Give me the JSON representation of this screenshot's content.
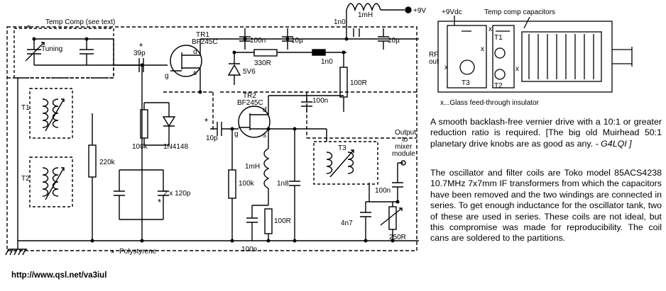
{
  "schematic": {
    "temp_comp_label": "Temp Comp (see text)",
    "tuning_label": "Tuning",
    "tr1_label": "TR1",
    "tr1_part": "BF245C",
    "tr2_label": "TR2",
    "tr2_part": "BF245C",
    "supply_label": "+9V",
    "inductor_1mH_top": "1mH",
    "inductor_1mH_mid": "1mH",
    "c_39p": "39p",
    "c_100n_a": "100n",
    "c_10u_a": "10µ",
    "c_1n0_top": "1n0",
    "c_10u_b": "10µ",
    "r_330r": "330R",
    "c_1n0_feed": "1n0",
    "zener_5v6": "5V6",
    "r_100r_top": "100R",
    "c_100n_b": "100n",
    "r_220k": "220k",
    "r_100k_a": "100k",
    "diode_1n4148": "1N4148",
    "c_2x120p": "2 x 120p",
    "c_10p": "10p",
    "r_100k_b": "100k",
    "c_1n8": "1n8",
    "r_100r_bot": "100R",
    "c_100n_bot": "100n",
    "c_100n_out": "100n",
    "c_4n7": "4n7",
    "r_250r": "250R",
    "output_label": [
      "Output",
      "to",
      "mixer",
      "module"
    ],
    "t1_label": "T1",
    "t2_label": "T2",
    "t3_label": "T3",
    "polystyrene_note": "Polystyrene",
    "g_label": "g",
    "d_label": "d",
    "s_label": "s"
  },
  "layout_photo": {
    "vdc_label": "+9Vdc",
    "temp_comp_caps_label": "Temp comp capacitors",
    "rf_out_label": [
      "RF",
      "out"
    ],
    "t1": "T1",
    "t2": "T2",
    "t3": "T3",
    "x_mark": "x",
    "caption": "x...Glass feed-through insulator"
  },
  "text": {
    "paragraph1": "A smooth backlash-free vernier drive with a 10:1 or greater reduction ratio is required. [The big old Muirhead 50:1 planetary drive knobs are as good as any.",
    "paragraph1_sig": "- G4LQI ]",
    "paragraph2": "The oscillator and filter coils are Toko model 85ACS4238 10.7MHz 7x7mm IF transformers from which the capacitors have been removed and the two windings are connected in series. To get enough inductance for the oscillator tank, two of these are used in series. These coils are not ideal, but this compromise was made for reproducibility. The coil cans are soldered to the partitions."
  },
  "footer": {
    "url": "http://www.qsl.net/va3iul"
  }
}
